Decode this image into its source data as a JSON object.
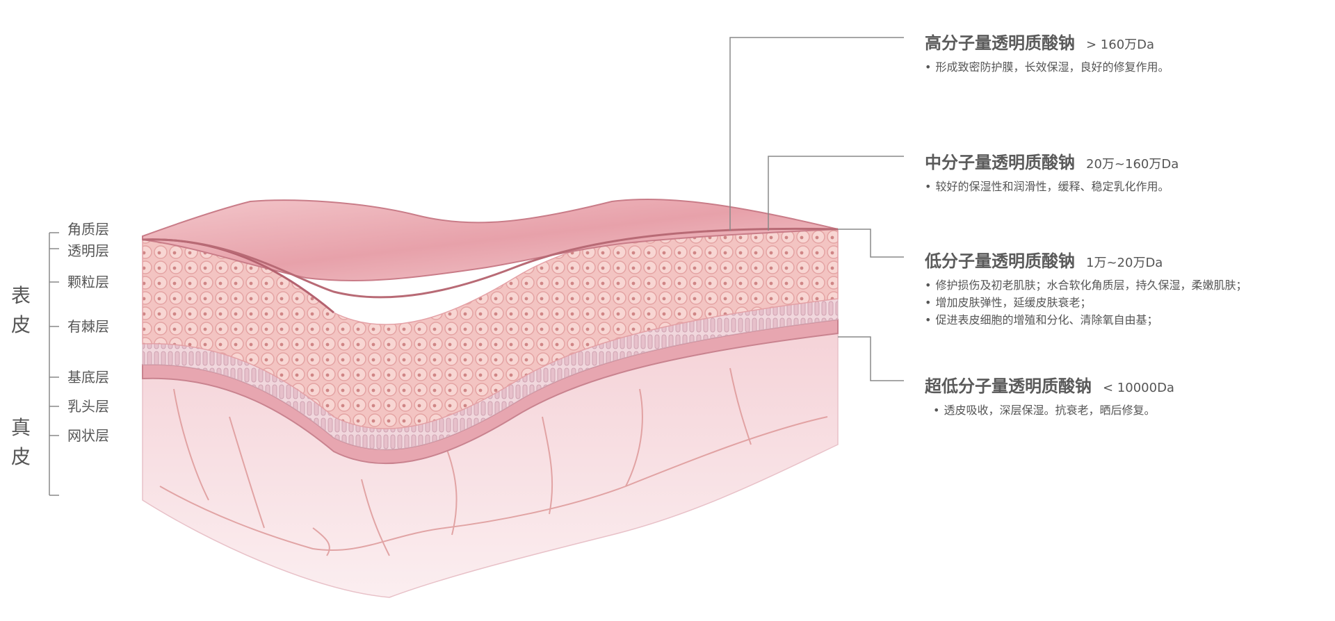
{
  "groups": {
    "epidermis": "表皮",
    "dermis": "真皮"
  },
  "layers": [
    "角质层",
    "透明层",
    "颗粒层",
    "有棘层",
    "基底层",
    "乳头层",
    "网状层"
  ],
  "callouts": [
    {
      "title": "高分子量透明质酸钠",
      "range": "> 160万Da",
      "bullets": [
        "形成致密防护膜，长效保湿，良好的修复作用。"
      ]
    },
    {
      "title": "中分子量透明质酸钠",
      "range": "20万~160万Da",
      "bullets": [
        "较好的保湿性和润滑性，缓释、稳定乳化作用。"
      ]
    },
    {
      "title": "低分子量透明质酸钠",
      "range": "1万~20万Da",
      "bullets": [
        "修护损伤及初老肌肤；水合软化角质层，持久保湿，柔嫩肌肤；",
        "增加皮肤弹性，延缓皮肤衰老；",
        "促进表皮细胞的增殖和分化、清除氧自由基；"
      ]
    },
    {
      "title": "超低分子量透明质酸钠",
      "range": "< 10000Da",
      "bullets": [
        "透皮吸收，深层保湿。抗衰老，晒后修复。"
      ]
    }
  ],
  "colors": {
    "line": "#888888",
    "skin_top": "#e8a9b2",
    "skin_cells": "#f0b9b7",
    "dermis": "#f6dbe0",
    "vein": "#d98a8a"
  }
}
